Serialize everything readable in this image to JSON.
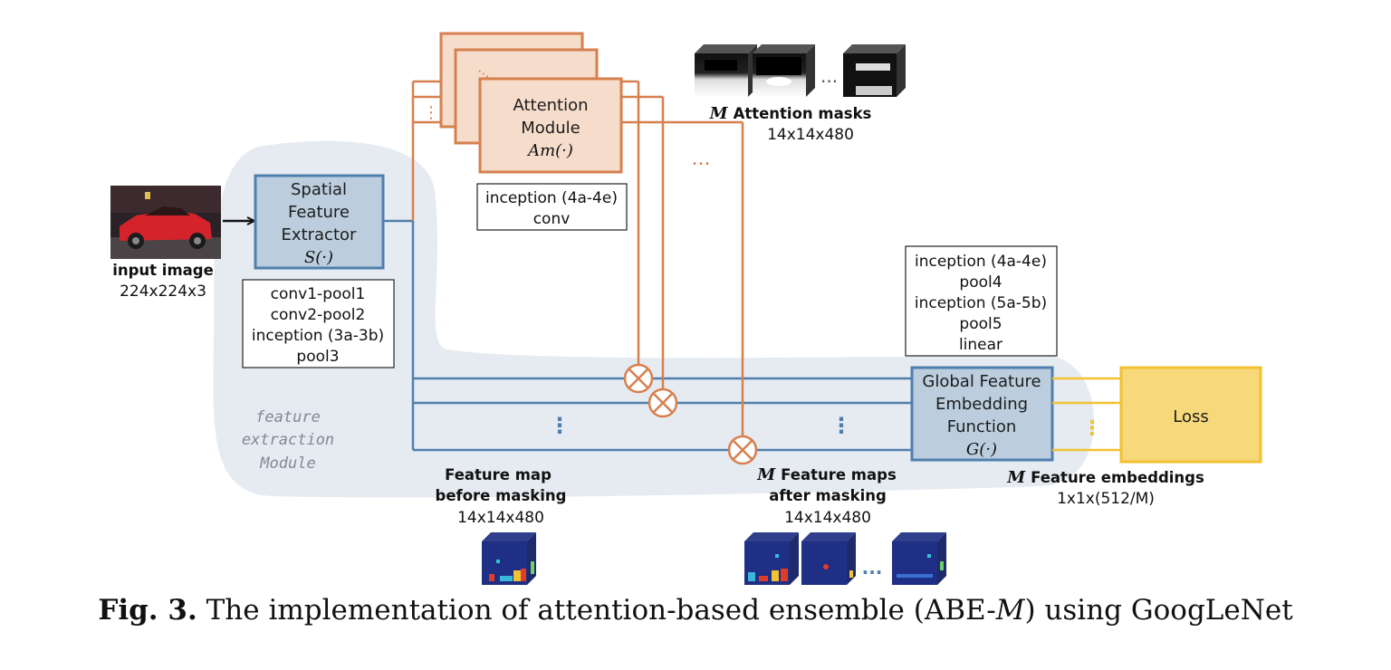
{
  "diagram": {
    "input": {
      "label": "input image",
      "size": "224x224x3"
    },
    "spatial": {
      "line1": "Spatial",
      "line2": "Feature",
      "line3": "Extractor",
      "fn": "S(·)"
    },
    "spatial_layers": [
      "conv1-pool1",
      "conv2-pool2",
      "inception (3a-3b)",
      "pool3"
    ],
    "attention": {
      "line1": "Attention",
      "line2": "Module",
      "fn": "Am(·)"
    },
    "attention_layers": [
      "inception (4a-4e)",
      "conv"
    ],
    "masks": {
      "m": "M",
      "label": "Attention masks",
      "size": "14x14x480"
    },
    "global": {
      "line1": "Global Feature",
      "line2": "Embedding",
      "line3": "Function",
      "fn": "G(·)"
    },
    "global_layers": [
      "inception (4a-4e)",
      "pool4",
      "inception (5a-5b)",
      "pool5",
      "linear"
    ],
    "loss": "Loss",
    "region": [
      "feature",
      "extraction",
      "Module"
    ],
    "fm_before": {
      "line1": "Feature map",
      "line2": "before masking",
      "size": "14x14x480"
    },
    "fm_after": {
      "m": "M",
      "line1": "Feature maps",
      "line2": "after masking",
      "size": "14x14x480"
    },
    "embeddings": {
      "m": "M",
      "label": "Feature embeddings",
      "size": "1x1x(512/M)"
    },
    "ellipsis_dots": "...",
    "vdots": "⋮"
  },
  "caption": {
    "fig": "Fig. 3.",
    "text_before": "The implementation of attention-based ensemble (ABE-",
    "m": "M",
    "text_after": ") using GoogLeNet"
  },
  "colors": {
    "blue_line": "#4f7fad",
    "orange_line": "#d6804f",
    "blue_box_fill": "#bccede",
    "orange_box_fill": "#f6dccb",
    "loss_fill": "#f7d87a",
    "loss_border": "#f1c232",
    "region_fill": "#e6ebf1"
  }
}
